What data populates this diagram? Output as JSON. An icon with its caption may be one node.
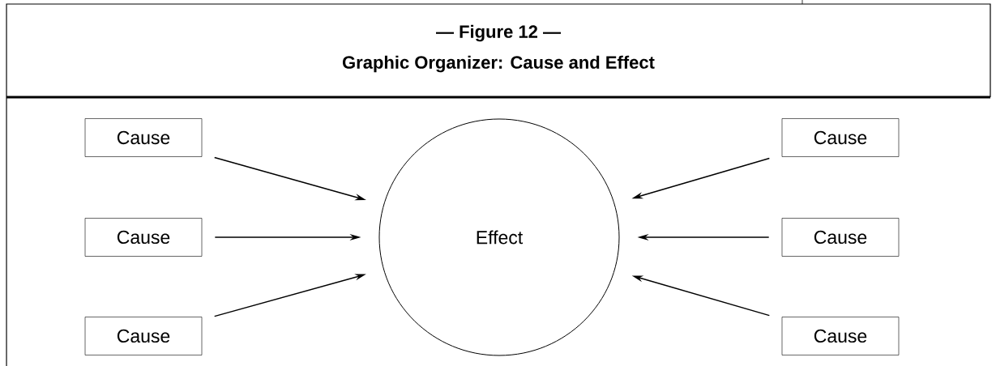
{
  "diagram": {
    "title": "— Figure 12 —",
    "nodes": [
      {
        "text": [
          "Effect"
        ]
      },
      {
        "text": [
          "Cause"
        ]
      },
      {
        "text": [
          "Cause"
        ]
      },
      {
        "text": [
          "Cause"
        ]
      },
      {
        "text": [
          "Cause"
        ]
      },
      {
        "text": [
          "Cause"
        ]
      },
      {
        "text": [
          "Cause"
        ]
      }
    ],
    "edges": [
      {
        "from": 1,
        "to": 0,
        "arrow": "to"
      },
      {
        "from": 3,
        "to": 0,
        "arrow": "to"
      },
      {
        "from": 5,
        "to": 0,
        "arrow": "to"
      },
      {
        "from": 2,
        "to": 0,
        "arrow": "to"
      },
      {
        "from": 4,
        "to": 0,
        "arrow": "to"
      },
      {
        "from": 6,
        "to": 0,
        "arrow": "to"
      }
    ],
    "labels": [
      "Graphic Organizer: Cause and Effect"
    ]
  }
}
